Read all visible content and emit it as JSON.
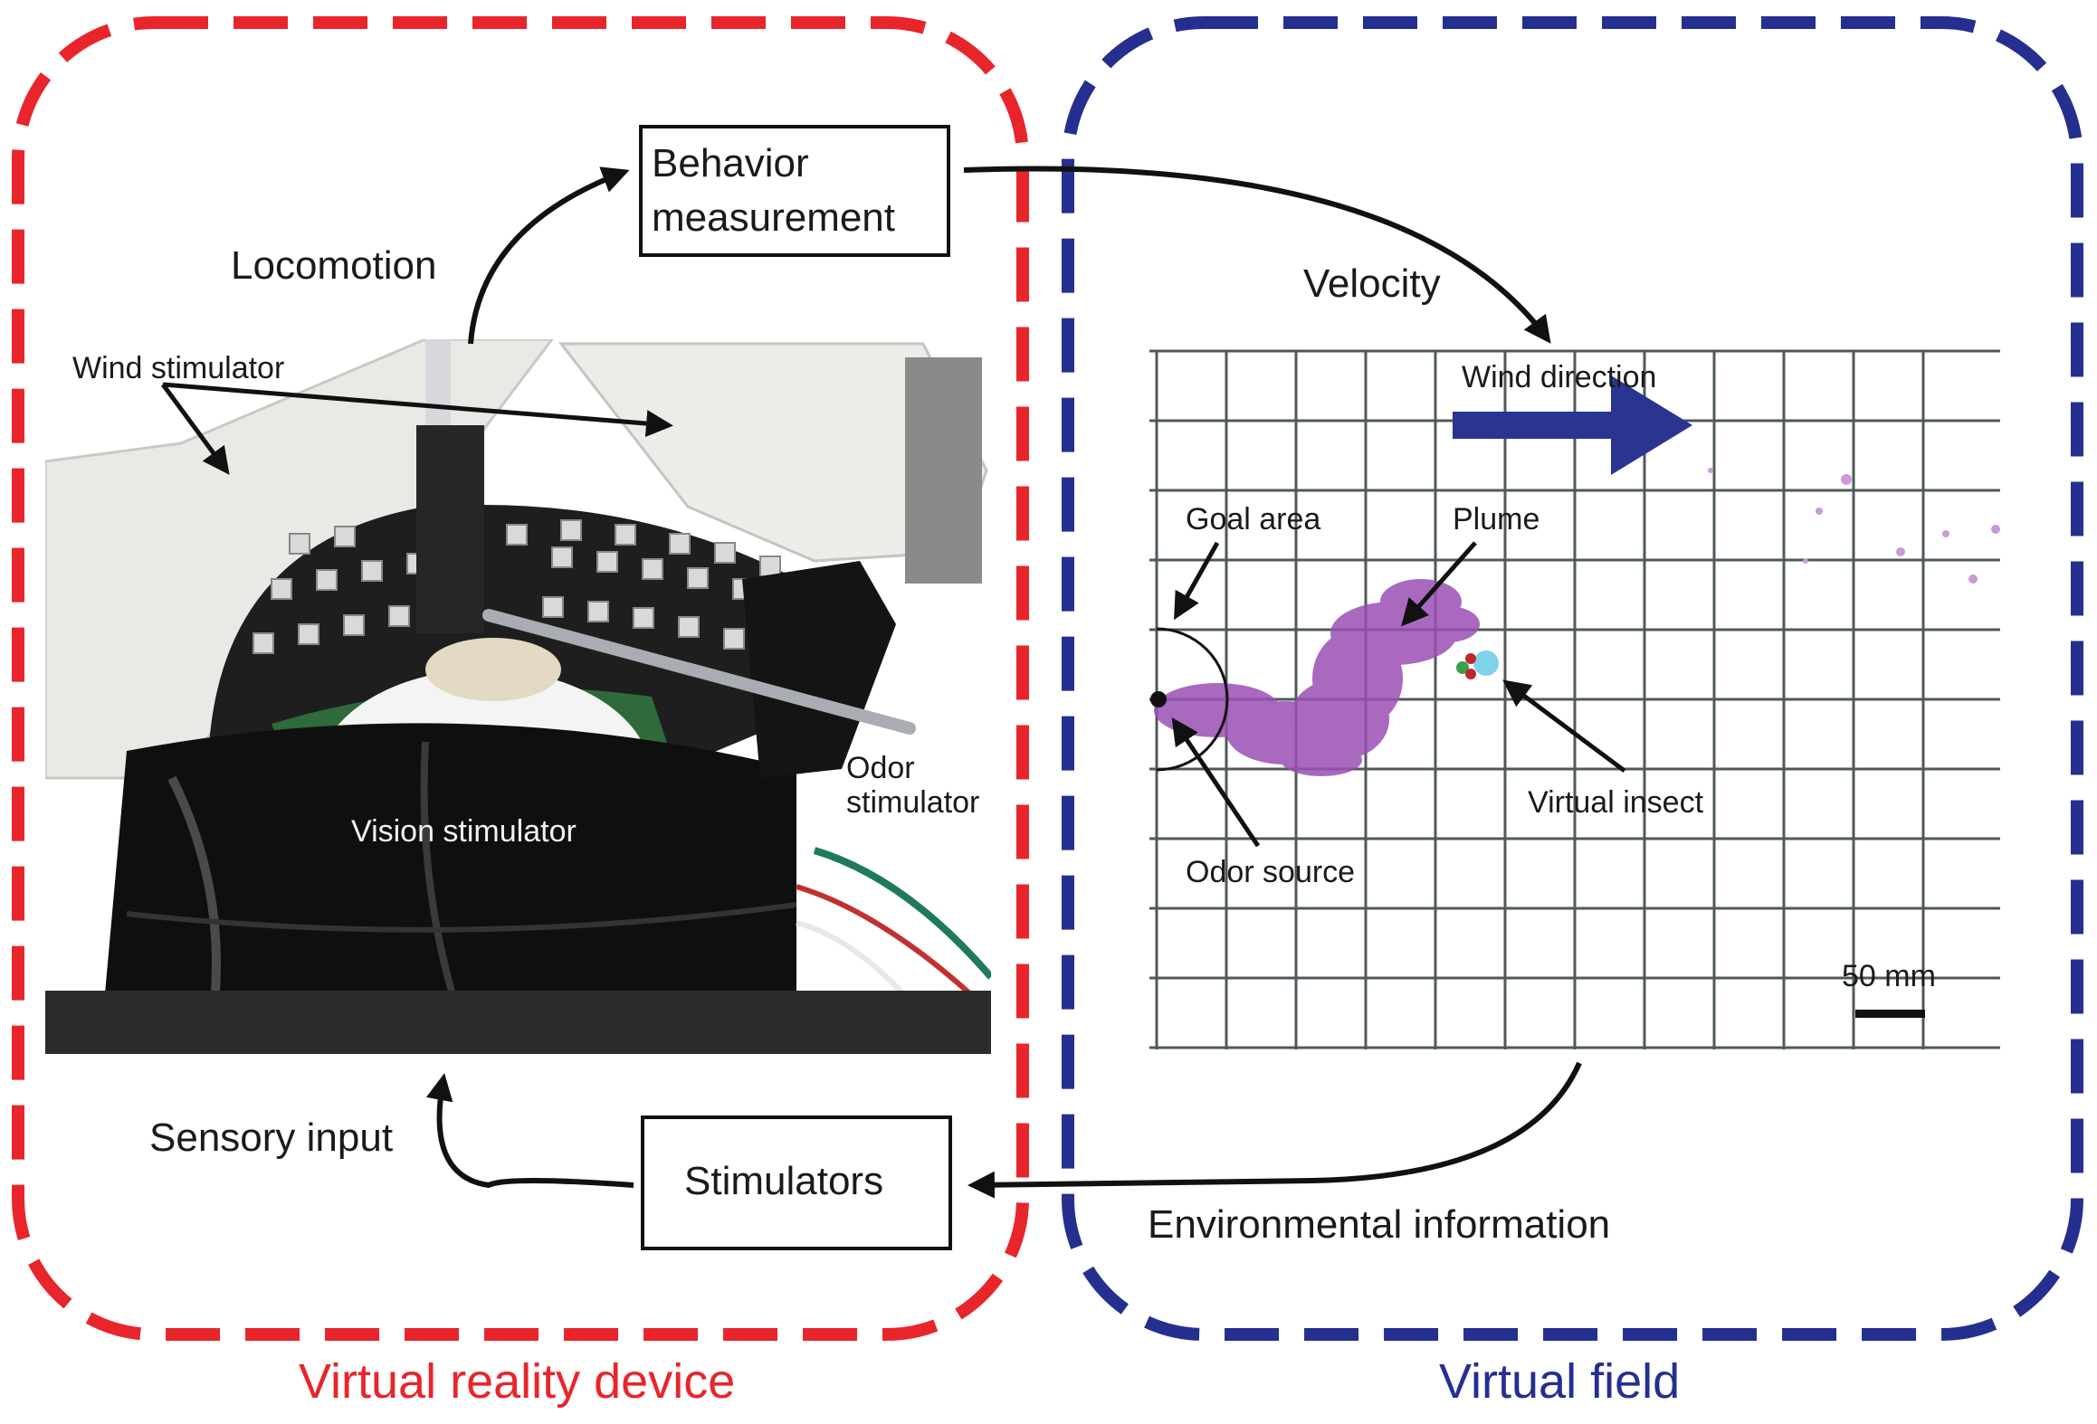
{
  "device_panel": {
    "caption": "Virtual reality device",
    "color": "#e8252b",
    "photo_labels": {
      "wind": "Wind stimulator",
      "vision": "Vision stimulator",
      "odor_line1": "Odor",
      "odor_line2": "stimulator"
    }
  },
  "field_panel": {
    "caption": "Virtual field",
    "color": "#252f8f",
    "map_labels": {
      "wind_direction": "Wind direction",
      "goal_area": "Goal area",
      "plume": "Plume",
      "odor_source": "Odor source",
      "virtual_insect": "Virtual insect",
      "scale_bar": "50 mm"
    },
    "wind_arrow_color": "#2a3592",
    "plume_color": "#9b4fb4"
  },
  "boxes": {
    "behavior_line1": "Behavior",
    "behavior_line2": "measurement",
    "stimulators": "Stimulators"
  },
  "flow_labels": {
    "locomotion": "Locomotion",
    "velocity": "Velocity",
    "sensory_input": "Sensory input",
    "environmental_information": "Environmental information"
  }
}
